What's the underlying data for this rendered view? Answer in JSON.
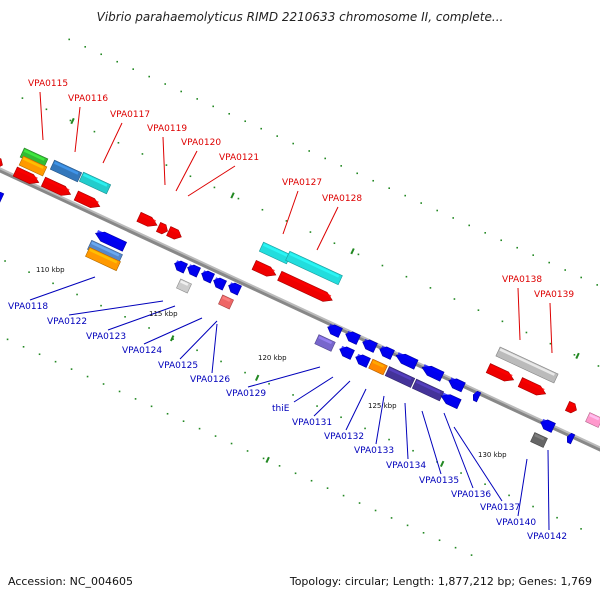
{
  "title": "Vibrio parahaemolyticus RIMD 2210633 chromosome II, complete...",
  "footer": {
    "accession": "Accession: NC_004605",
    "stats": "Topology: circular; Length: 1,877,212 bp; Genes: 1,769"
  },
  "colors": {
    "forward_label": "#dd0000",
    "reverse_label": "#0000bb",
    "backbone": "#888888",
    "tick": "#228822"
  },
  "scale_labels": [
    "110 kbp",
    "115 kbp",
    "120 kbp",
    "125 kbp",
    "130 kbp"
  ],
  "forward_genes": [
    "VPA0115",
    "VPA0116",
    "VPA0117",
    "VPA0119",
    "VPA0120",
    "VPA0121",
    "VPA0127",
    "VPA0128",
    "VPA0138",
    "VPA0139"
  ],
  "reverse_genes": [
    "VPA0118",
    "VPA0122",
    "VPA0123",
    "VPA0124",
    "VPA0125",
    "VPA0126",
    "VPA0129",
    "thiE",
    "VPA0131",
    "VPA0132",
    "VPA0133",
    "VPA0134",
    "VPA0135",
    "VPA0136",
    "VPA0137",
    "VPA0140",
    "VPA0142"
  ]
}
